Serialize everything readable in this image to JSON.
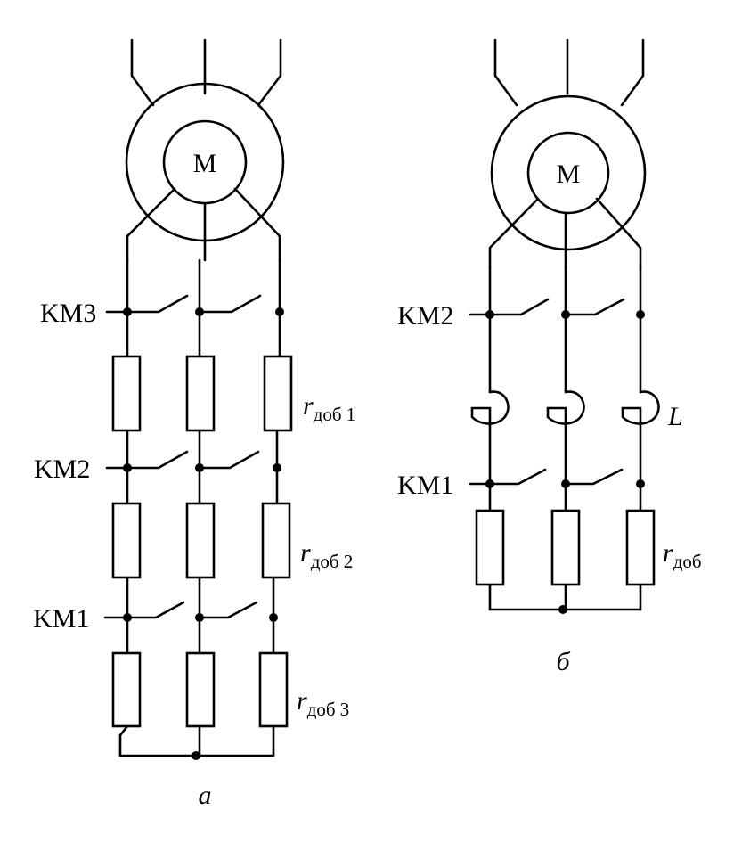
{
  "diagram_a": {
    "motor": "M",
    "contactors": [
      "KM3",
      "KM2",
      "KM1"
    ],
    "resistor_symbol": "r",
    "resistor_subs": [
      "доб 1",
      "доб 2",
      "доб 3"
    ],
    "caption": "а"
  },
  "diagram_b": {
    "motor": "M",
    "contactors": [
      "KM2",
      "KM1"
    ],
    "inductor": "L",
    "resistor_symbol": "r",
    "resistor_sub": "доб",
    "caption": "б"
  }
}
